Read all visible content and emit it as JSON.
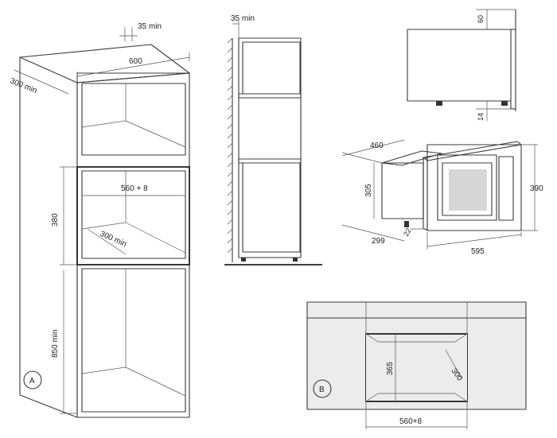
{
  "labels": {
    "a_clearance_top": "35 min",
    "a_width": "600",
    "a_depth": "300 min",
    "a_opening_width": "560 + 8",
    "a_opening_height": "380",
    "a_opening_depth": "300 min",
    "a_base_height": "850 min",
    "a_marker": "A",
    "side_clearance": "35 min",
    "top_gap": "60",
    "bottom_gap": "14",
    "oven_depth": "460",
    "oven_height": "305",
    "oven_frame_height": "390",
    "oven_body_depth": "299",
    "oven_frame_offset": "22",
    "oven_width": "595",
    "b_niche_height": "365",
    "b_niche_depth": "300",
    "b_niche_width": "560+8",
    "b_marker": "B"
  }
}
